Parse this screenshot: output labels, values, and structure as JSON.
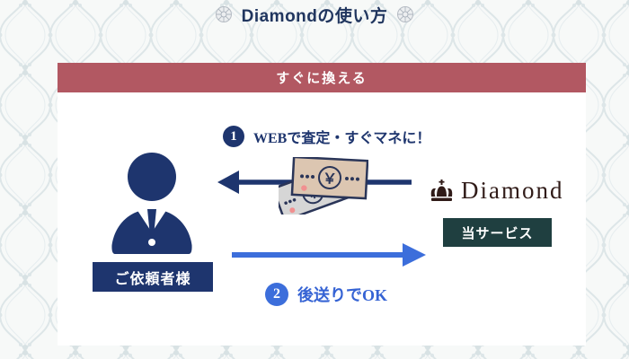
{
  "page": {
    "title": "Diamondの使い方"
  },
  "panel": {
    "header": "すぐに換える"
  },
  "diagram": {
    "step1": {
      "number": "1",
      "label": "WEBで査定・すぐマネに！"
    },
    "step2": {
      "number": "2",
      "label": "後送りでOK"
    },
    "client": {
      "label": "ご依頼者様"
    },
    "service": {
      "brand": "Diamond",
      "label": "当サービス"
    },
    "money": {
      "symbol": "￥"
    }
  },
  "icons": {
    "title_left": "diamond-gem-icon",
    "title_right": "diamond-gem-icon",
    "brand": "crown-icon",
    "client": "person-icon",
    "transfer": "yen-banknotes-icon"
  },
  "colors": {
    "header_bar": "#b25862",
    "navy": "#1e356e",
    "bright_blue": "#3c6edb",
    "service_button": "#1f3f40",
    "brand_text": "#301b18",
    "pattern_line": "#dde6e8",
    "background": "#f7f9f8",
    "card_background": "#ffffff"
  }
}
